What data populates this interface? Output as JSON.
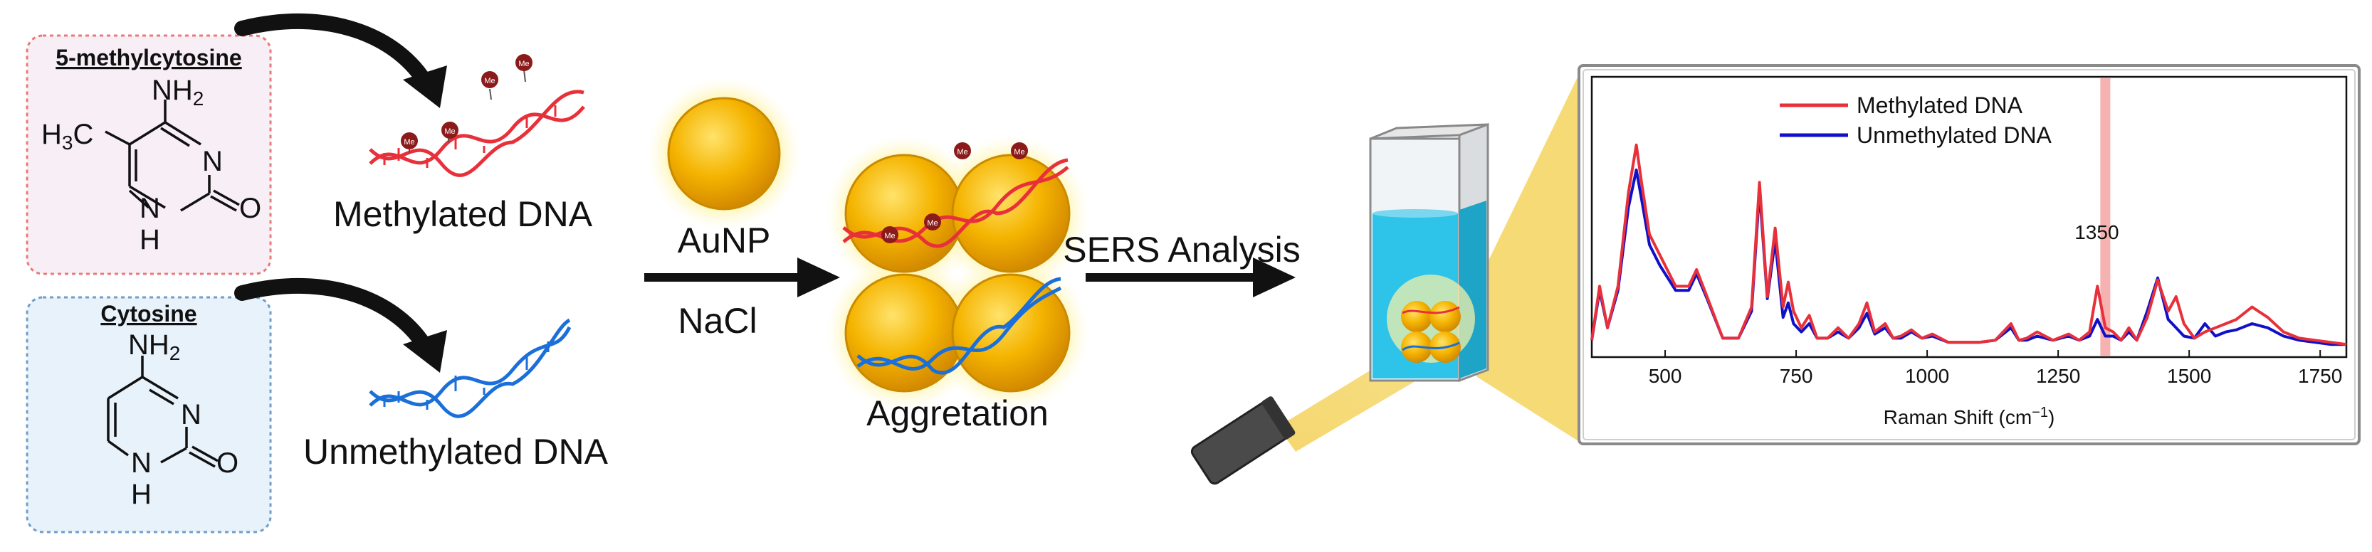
{
  "methyl_box": {
    "title": "5-methylcytosine",
    "nh2": "NH",
    "nh2_sub": "2",
    "ch3": "H",
    "ch3_sub": "3",
    "ch3_c": "C",
    "n1": "N",
    "nh": "N",
    "h": "H",
    "o": "O"
  },
  "cytosine_box": {
    "title": "Cytosine",
    "nh2": "NH",
    "nh2_sub": "2",
    "n1": "N",
    "nh": "N",
    "h": "H",
    "o": "O"
  },
  "labels": {
    "methylated_dna": "Methylated DNA",
    "unmethylated_dna": "Unmethylated DNA",
    "aunp": "AuNP",
    "nacl": "NaCl",
    "aggregation": "Aggretation",
    "sers": "SERS Analysis",
    "me": "Me"
  },
  "colors": {
    "methylated": "#e8303a",
    "unmethylated": "#1a6fd8",
    "gold": "#f5b400",
    "cuvette_liquid": "#2ec3e8",
    "highlight": "#f5a3a3",
    "beam": "#f4d35e"
  },
  "chart_data": {
    "type": "line",
    "xlabel": "Raman Shift (cm",
    "xlabel_sup": "−1",
    "xlabel_end": ")",
    "xlim": [
      360,
      1800
    ],
    "ylim": [
      0,
      1
    ],
    "xticks": [
      500,
      750,
      1000,
      1250,
      1500,
      1750
    ],
    "annotation": "1350",
    "highlight_x": 1340,
    "legend_position": "top-center",
    "series": [
      {
        "name": "Methylated DNA",
        "color": "#e8303a",
        "x": [
          360,
          375,
          390,
          410,
          430,
          445,
          455,
          470,
          490,
          520,
          545,
          560,
          580,
          610,
          640,
          665,
          680,
          695,
          710,
          725,
          735,
          745,
          760,
          775,
          790,
          810,
          830,
          850,
          870,
          885,
          900,
          920,
          935,
          950,
          970,
          990,
          1010,
          1040,
          1070,
          1100,
          1130,
          1160,
          1175,
          1190,
          1210,
          1240,
          1270,
          1290,
          1310,
          1325,
          1340,
          1355,
          1370,
          1385,
          1400,
          1420,
          1440,
          1460,
          1475,
          1490,
          1510,
          1530,
          1550,
          1570,
          1590,
          1620,
          1650,
          1680,
          1710,
          1740,
          1770,
          1800
        ],
        "y": [
          0.04,
          0.3,
          0.1,
          0.3,
          0.75,
          0.98,
          0.8,
          0.55,
          0.45,
          0.3,
          0.3,
          0.38,
          0.25,
          0.05,
          0.05,
          0.2,
          0.8,
          0.25,
          0.58,
          0.2,
          0.32,
          0.18,
          0.1,
          0.16,
          0.05,
          0.05,
          0.1,
          0.05,
          0.12,
          0.22,
          0.08,
          0.12,
          0.05,
          0.06,
          0.09,
          0.05,
          0.07,
          0.03,
          0.03,
          0.03,
          0.04,
          0.12,
          0.04,
          0.05,
          0.08,
          0.04,
          0.07,
          0.04,
          0.08,
          0.3,
          0.1,
          0.08,
          0.04,
          0.1,
          0.04,
          0.15,
          0.33,
          0.18,
          0.25,
          0.12,
          0.05,
          0.08,
          0.1,
          0.12,
          0.14,
          0.2,
          0.15,
          0.08,
          0.05,
          0.04,
          0.03,
          0.02
        ]
      },
      {
        "name": "Unmethylated DNA",
        "color": "#1010c8",
        "x": [
          360,
          375,
          390,
          410,
          430,
          445,
          455,
          470,
          490,
          520,
          545,
          560,
          580,
          610,
          640,
          665,
          680,
          695,
          710,
          725,
          735,
          745,
          760,
          775,
          790,
          810,
          830,
          850,
          870,
          885,
          900,
          920,
          935,
          950,
          970,
          990,
          1010,
          1040,
          1070,
          1100,
          1130,
          1160,
          1175,
          1190,
          1210,
          1240,
          1270,
          1290,
          1310,
          1325,
          1340,
          1355,
          1370,
          1385,
          1400,
          1420,
          1440,
          1460,
          1475,
          1490,
          1510,
          1530,
          1550,
          1570,
          1590,
          1620,
          1650,
          1680,
          1710,
          1740,
          1770,
          1800
        ],
        "y": [
          0.04,
          0.28,
          0.1,
          0.28,
          0.68,
          0.86,
          0.72,
          0.5,
          0.4,
          0.28,
          0.28,
          0.36,
          0.24,
          0.05,
          0.05,
          0.18,
          0.76,
          0.24,
          0.52,
          0.15,
          0.22,
          0.12,
          0.08,
          0.12,
          0.05,
          0.05,
          0.08,
          0.05,
          0.1,
          0.17,
          0.07,
          0.1,
          0.05,
          0.05,
          0.08,
          0.05,
          0.06,
          0.03,
          0.03,
          0.03,
          0.04,
          0.1,
          0.04,
          0.04,
          0.06,
          0.04,
          0.06,
          0.04,
          0.06,
          0.14,
          0.06,
          0.06,
          0.04,
          0.08,
          0.04,
          0.18,
          0.34,
          0.14,
          0.1,
          0.06,
          0.05,
          0.12,
          0.06,
          0.08,
          0.09,
          0.12,
          0.1,
          0.06,
          0.04,
          0.03,
          0.02,
          0.02
        ]
      }
    ]
  }
}
